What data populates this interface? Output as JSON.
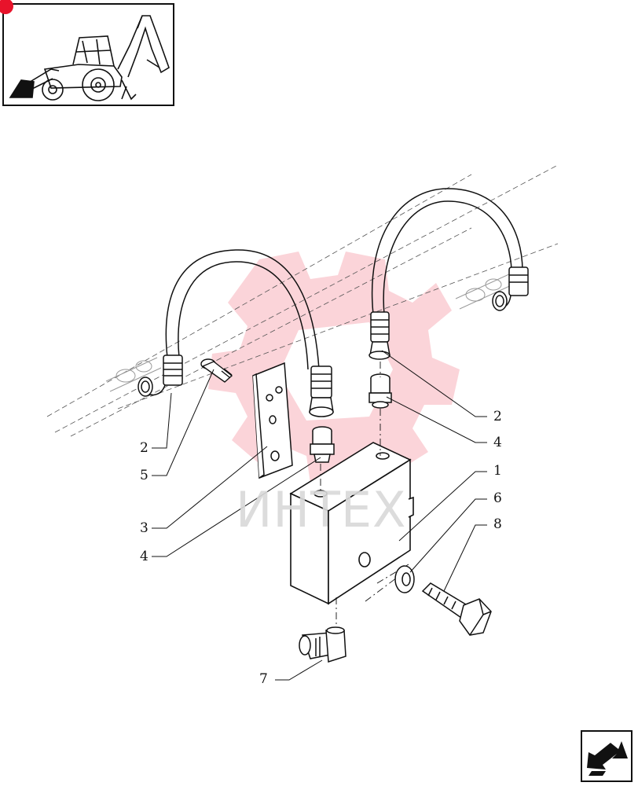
{
  "watermark": {
    "text": "ИНТЕХ",
    "color": "#e8132b"
  },
  "callouts": [
    {
      "id": "c2-left",
      "label": "2"
    },
    {
      "id": "c5",
      "label": "5"
    },
    {
      "id": "c3",
      "label": "3"
    },
    {
      "id": "c4-left",
      "label": "4"
    },
    {
      "id": "c2-right",
      "label": "2"
    },
    {
      "id": "c4-right",
      "label": "4"
    },
    {
      "id": "c1",
      "label": "1"
    },
    {
      "id": "c6",
      "label": "6"
    },
    {
      "id": "c8",
      "label": "8"
    },
    {
      "id": "c7",
      "label": "7"
    }
  ],
  "icons": {
    "thumbnail": "backhoe-loader-icon",
    "navigation": "next-page-arrow-icon"
  },
  "colors": {
    "accent": "#e8132b",
    "line": "#111111",
    "watermark_gray": "#d9d9d9"
  }
}
